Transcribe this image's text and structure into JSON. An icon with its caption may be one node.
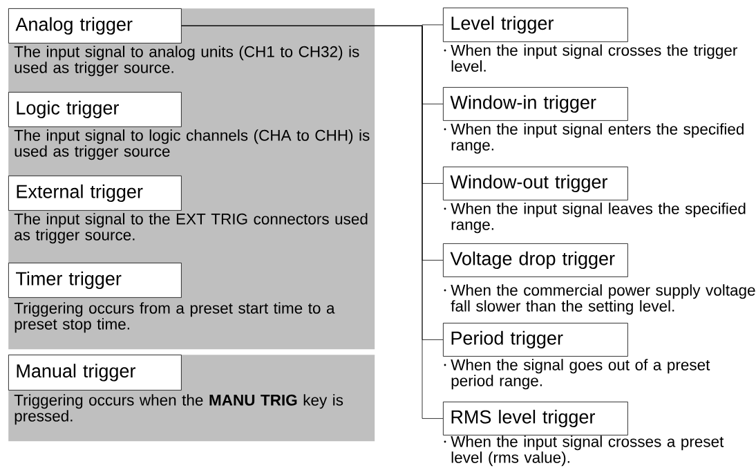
{
  "diagram": {
    "nodes": [
      {
        "text": [],
        "shape": "box"
      },
      {
        "text": [
          "Analog trigger"
        ],
        "in": 0,
        "beside": [
          "The input signal to analog units (CH1 to CH32) is used as trigger source."
        ]
      },
      {
        "text": [
          "Logic trigger"
        ],
        "in": 0,
        "beside": [
          "The input signal to logic channels (CHA to CHH) is used as trigger source"
        ]
      },
      {
        "text": [
          "External trigger"
        ],
        "in": 0,
        "beside": [
          "The input signal to the EXT TRIG connectors used as trigger source."
        ]
      },
      {
        "text": [
          "Timer trigger"
        ],
        "in": 0,
        "beside": [
          "Triggering occurs from a preset start time to a preset stop time."
        ]
      },
      {
        "text": [],
        "shape": "box"
      },
      {
        "text": [
          "Manual trigger"
        ],
        "in": 5,
        "beside": [
          "Triggering occurs when the **MANU TRIG** key is pressed."
        ]
      },
      {
        "text": [
          "Level trigger"
        ],
        "beside": [
          "When the input signal crosses the trigger level."
        ]
      },
      {
        "text": [
          "Window-in trigger"
        ],
        "beside": [
          "When the input signal enters the specified range."
        ]
      },
      {
        "text": [
          "Window-out trigger"
        ],
        "beside": [
          "When the input signal leaves the specified range."
        ]
      },
      {
        "text": [
          "Voltage drop trigger"
        ],
        "beside": [
          "When the commercial power supply voltage fall slower than the setting level."
        ]
      },
      {
        "text": [
          "Period trigger"
        ],
        "beside": [
          "When the signal goes out of a preset period range."
        ]
      },
      {
        "text": [
          "RMS level trigger"
        ],
        "beside": [
          "When the input signal crosses a preset level (rms value)."
        ]
      }
    ],
    "edges": [
      {
        "from": 1,
        "to": 7,
        "arrow": "none"
      },
      {
        "from": 1,
        "to": 8,
        "arrow": "none"
      },
      {
        "from": 1,
        "to": 9,
        "arrow": "none"
      },
      {
        "from": 1,
        "to": 10,
        "arrow": "none"
      },
      {
        "from": 1,
        "to": 11,
        "arrow": "none"
      },
      {
        "from": 1,
        "to": 12,
        "arrow": "none"
      }
    ]
  }
}
